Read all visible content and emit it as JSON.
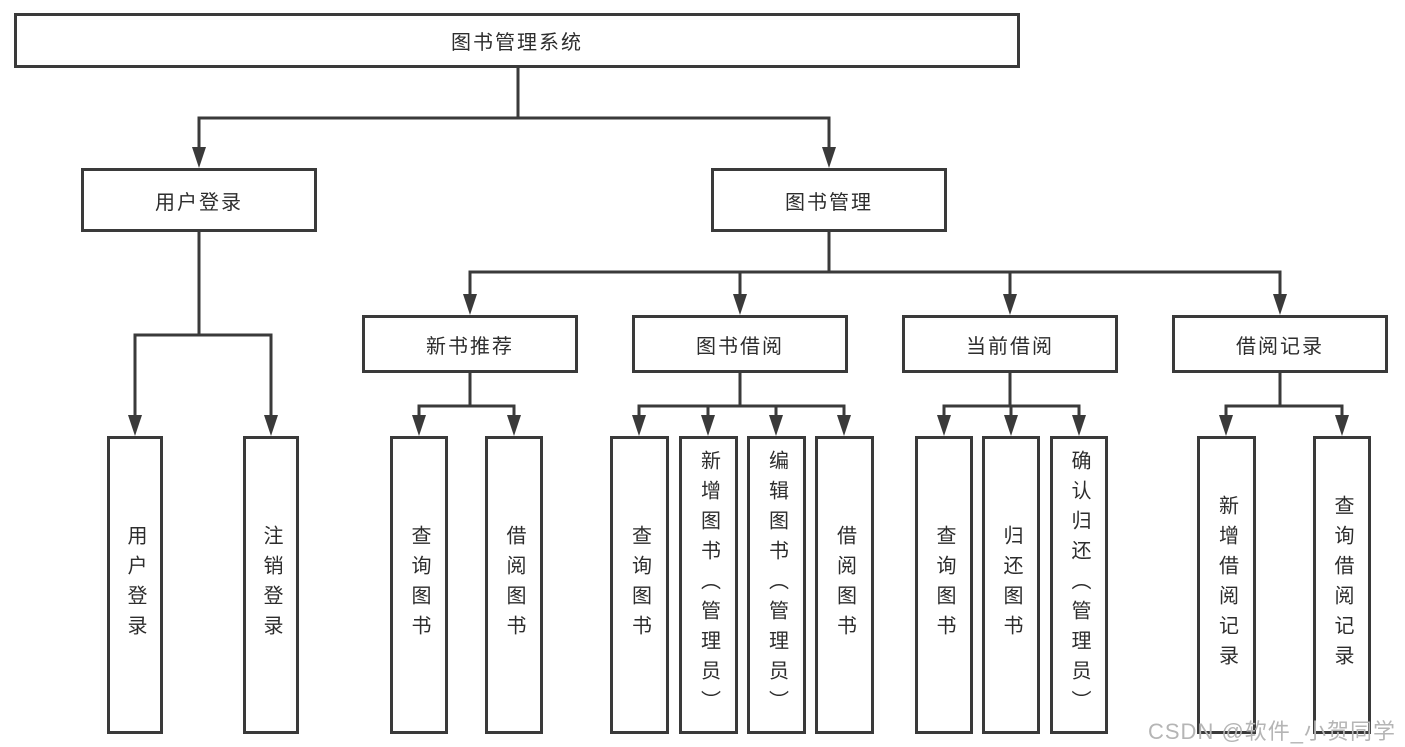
{
  "colors": {
    "line": "#3a3a3a",
    "box_border": "#3a3a3a",
    "box_fill": "#ffffff",
    "text": "#2d2d2d",
    "watermark": "#b5b5b5",
    "background": "#ffffff"
  },
  "tree": {
    "root": {
      "label": "图书管理系统"
    },
    "login": {
      "label": "用户登录",
      "children": [
        {
          "label": "用户登录"
        },
        {
          "label": "注销登录"
        }
      ]
    },
    "manage": {
      "label": "图书管理",
      "children": [
        {
          "label": "新书推荐",
          "children": [
            {
              "label": "查询图书"
            },
            {
              "label": "借阅图书"
            }
          ]
        },
        {
          "label": "图书借阅",
          "children": [
            {
              "label": "查询图书"
            },
            {
              "label": "新增图书（管理员）"
            },
            {
              "label": "编辑图书（管理员）"
            },
            {
              "label": "借阅图书"
            }
          ]
        },
        {
          "label": "当前借阅",
          "children": [
            {
              "label": "查询图书"
            },
            {
              "label": "归还图书"
            },
            {
              "label": "确认归还（管理员）"
            }
          ]
        },
        {
          "label": "借阅记录",
          "children": [
            {
              "label": "新增借阅记录"
            },
            {
              "label": "查询借阅记录"
            }
          ]
        }
      ]
    }
  },
  "watermark": {
    "text": "CSDN @软件_小贺同学"
  }
}
